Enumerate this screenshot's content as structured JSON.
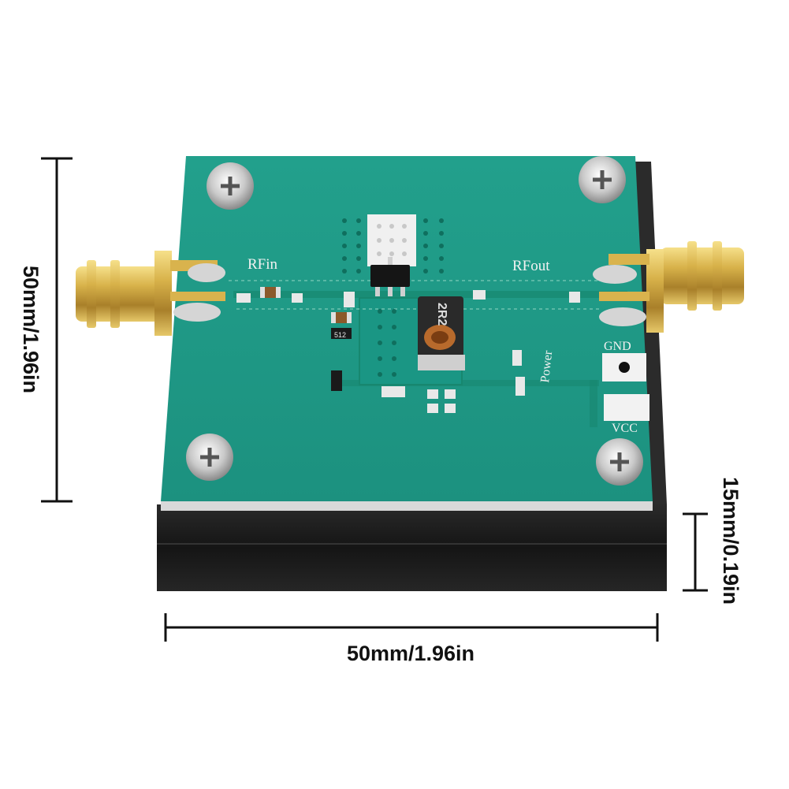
{
  "dimensions": {
    "width_label": "50mm/1.96in",
    "height_label": "50mm/1.96in",
    "thickness_label": "15mm/0.19in"
  },
  "board": {
    "rf_in_label": "RFin",
    "rf_out_label": "RFout",
    "gnd_label": "GND",
    "vcc_label": "VCC",
    "power_label": "Power",
    "inductor_marking": "2R2",
    "resistor_marking": "512"
  },
  "colors": {
    "pcb": "#1f9d8a",
    "heatsink": "#1b1b1b",
    "connector_gold": "#c9a33a"
  }
}
